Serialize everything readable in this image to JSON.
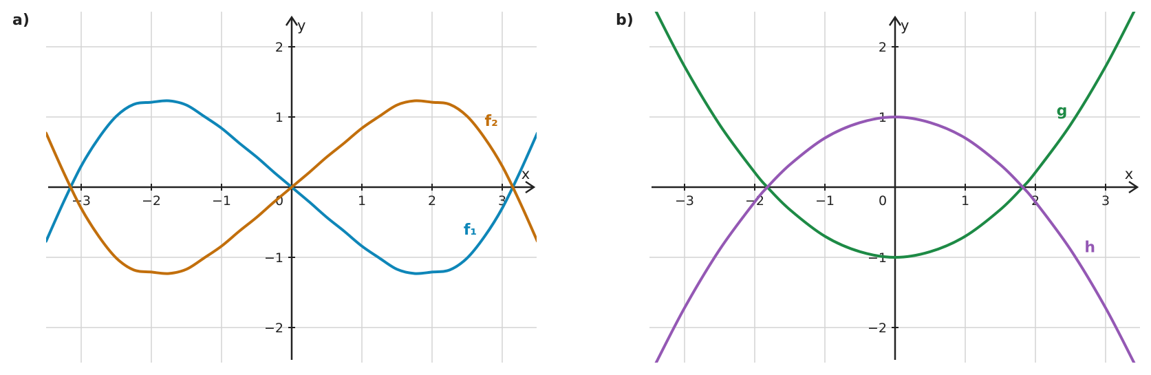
{
  "colors": {
    "f1": "#0e86b8",
    "f2": "#c26f0c",
    "g": "#1d8a45",
    "h": "#9458b4",
    "grid": "#d3d3d3",
    "axis": "#222222"
  },
  "chart_data": [
    {
      "type": "line",
      "panel_label": "a)",
      "xlabel": "x",
      "ylabel": "y",
      "xlim": [
        -3.5,
        3.5
      ],
      "ylim": [
        -2.5,
        2.5
      ],
      "grid": true,
      "x_ticks": [
        -3,
        -2,
        -1,
        1,
        2,
        3
      ],
      "x_tick_labels": [
        "−3",
        "−2",
        "−1",
        "1",
        "2",
        "3"
      ],
      "y_ticks": [
        -2,
        -1,
        1,
        2
      ],
      "y_tick_labels": [
        "−2",
        "−1",
        "1",
        "2"
      ],
      "origin_label": "0",
      "series": [
        {
          "name": "f₁",
          "color": "#0e86b8",
          "x": [
            -3.5,
            -3.25,
            -3.0,
            -2.75,
            -2.5,
            -2.25,
            -2.0,
            -1.75,
            -1.5,
            -1.25,
            -1.0,
            -0.75,
            -0.5,
            -0.25,
            0.0,
            0.25,
            0.5,
            0.75,
            1.0,
            1.25,
            1.5,
            1.75,
            2.0,
            2.25,
            2.5,
            2.75,
            3.0,
            3.25,
            3.5
          ],
          "y": [
            -0.77,
            -0.21,
            0.3,
            0.7,
            1.01,
            1.18,
            1.21,
            1.23,
            1.17,
            1.01,
            0.84,
            0.63,
            0.43,
            0.21,
            0.0,
            -0.21,
            -0.43,
            -0.63,
            -0.84,
            -1.01,
            -1.17,
            -1.23,
            -1.21,
            -1.18,
            -1.01,
            -0.7,
            -0.3,
            0.21,
            0.77
          ],
          "label_x": 2.45,
          "label_y": -0.6
        },
        {
          "name": "f₂",
          "color": "#c26f0c",
          "x": [
            -3.5,
            -3.25,
            -3.0,
            -2.75,
            -2.5,
            -2.25,
            -2.0,
            -1.75,
            -1.5,
            -1.25,
            -1.0,
            -0.75,
            -0.5,
            -0.25,
            0.0,
            0.25,
            0.5,
            0.75,
            1.0,
            1.25,
            1.5,
            1.75,
            2.0,
            2.25,
            2.5,
            2.75,
            3.0,
            3.25,
            3.5
          ],
          "y": [
            0.77,
            0.21,
            -0.3,
            -0.7,
            -1.01,
            -1.18,
            -1.21,
            -1.23,
            -1.17,
            -1.01,
            -0.84,
            -0.63,
            -0.43,
            -0.21,
            0.0,
            0.21,
            0.43,
            0.63,
            0.84,
            1.01,
            1.17,
            1.23,
            1.21,
            1.18,
            1.01,
            0.7,
            0.3,
            -0.21,
            -0.77
          ],
          "label_x": 2.75,
          "label_y": 0.95
        }
      ]
    },
    {
      "type": "line",
      "panel_label": "b)",
      "xlabel": "x",
      "ylabel": "y",
      "xlim": [
        -3.5,
        3.5
      ],
      "ylim": [
        -2.5,
        2.5
      ],
      "grid": true,
      "x_ticks": [
        -3,
        -2,
        -1,
        1,
        2,
        3
      ],
      "x_tick_labels": [
        "−3",
        "−2",
        "−1",
        "1",
        "2",
        "3"
      ],
      "y_ticks": [
        -2,
        -1,
        1,
        2
      ],
      "y_tick_labels": [
        "−2",
        "−1",
        "1",
        "2"
      ],
      "origin_label": "0",
      "series": [
        {
          "name": "g",
          "color": "#1d8a45",
          "x": [
            -3.45,
            -3.0,
            -2.5,
            -2.0,
            -1.82,
            -1.5,
            -1.0,
            -0.5,
            0.0,
            0.5,
            1.0,
            1.5,
            1.82,
            2.0,
            2.5,
            3.0,
            3.45
          ],
          "y": [
            2.59,
            1.72,
            0.89,
            0.21,
            0.0,
            -0.32,
            -0.7,
            -0.92,
            -1.0,
            -0.92,
            -0.7,
            -0.32,
            0.0,
            0.21,
            0.89,
            1.72,
            2.59
          ],
          "label_x": 2.3,
          "label_y": 1.1
        },
        {
          "name": "h",
          "color": "#9458b4",
          "x": [
            -3.45,
            -3.0,
            -2.5,
            -2.0,
            -1.82,
            -1.5,
            -1.0,
            -0.5,
            0.0,
            0.5,
            1.0,
            1.5,
            1.82,
            2.0,
            2.5,
            3.0,
            3.45
          ],
          "y": [
            -2.59,
            -1.72,
            -0.89,
            -0.21,
            0.0,
            0.32,
            0.7,
            0.92,
            1.0,
            0.92,
            0.7,
            0.32,
            0.0,
            -0.21,
            -0.89,
            -1.72,
            -2.59
          ],
          "label_x": 2.7,
          "label_y": -0.85
        }
      ]
    }
  ]
}
